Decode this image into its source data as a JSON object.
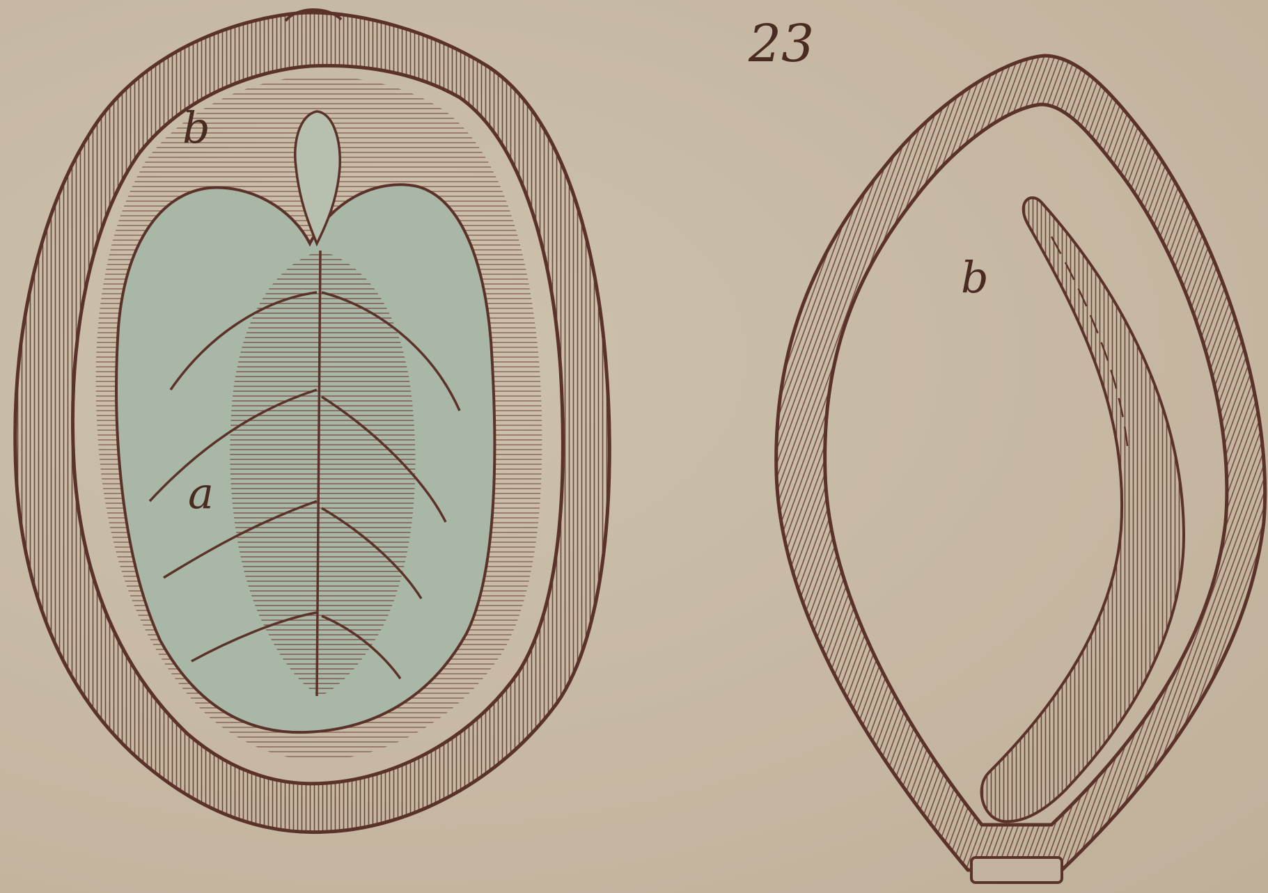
{
  "plate": {
    "figure_number": "23",
    "colors": {
      "paper": "#c9bba6",
      "ink": "#5a3229",
      "hatch": "#7a5147",
      "cavity_tint": "#a9b7a6"
    }
  },
  "left_figure": {
    "labels": {
      "b": "b",
      "a": "a"
    }
  },
  "right_figure": {
    "labels": {
      "b": "b"
    }
  }
}
